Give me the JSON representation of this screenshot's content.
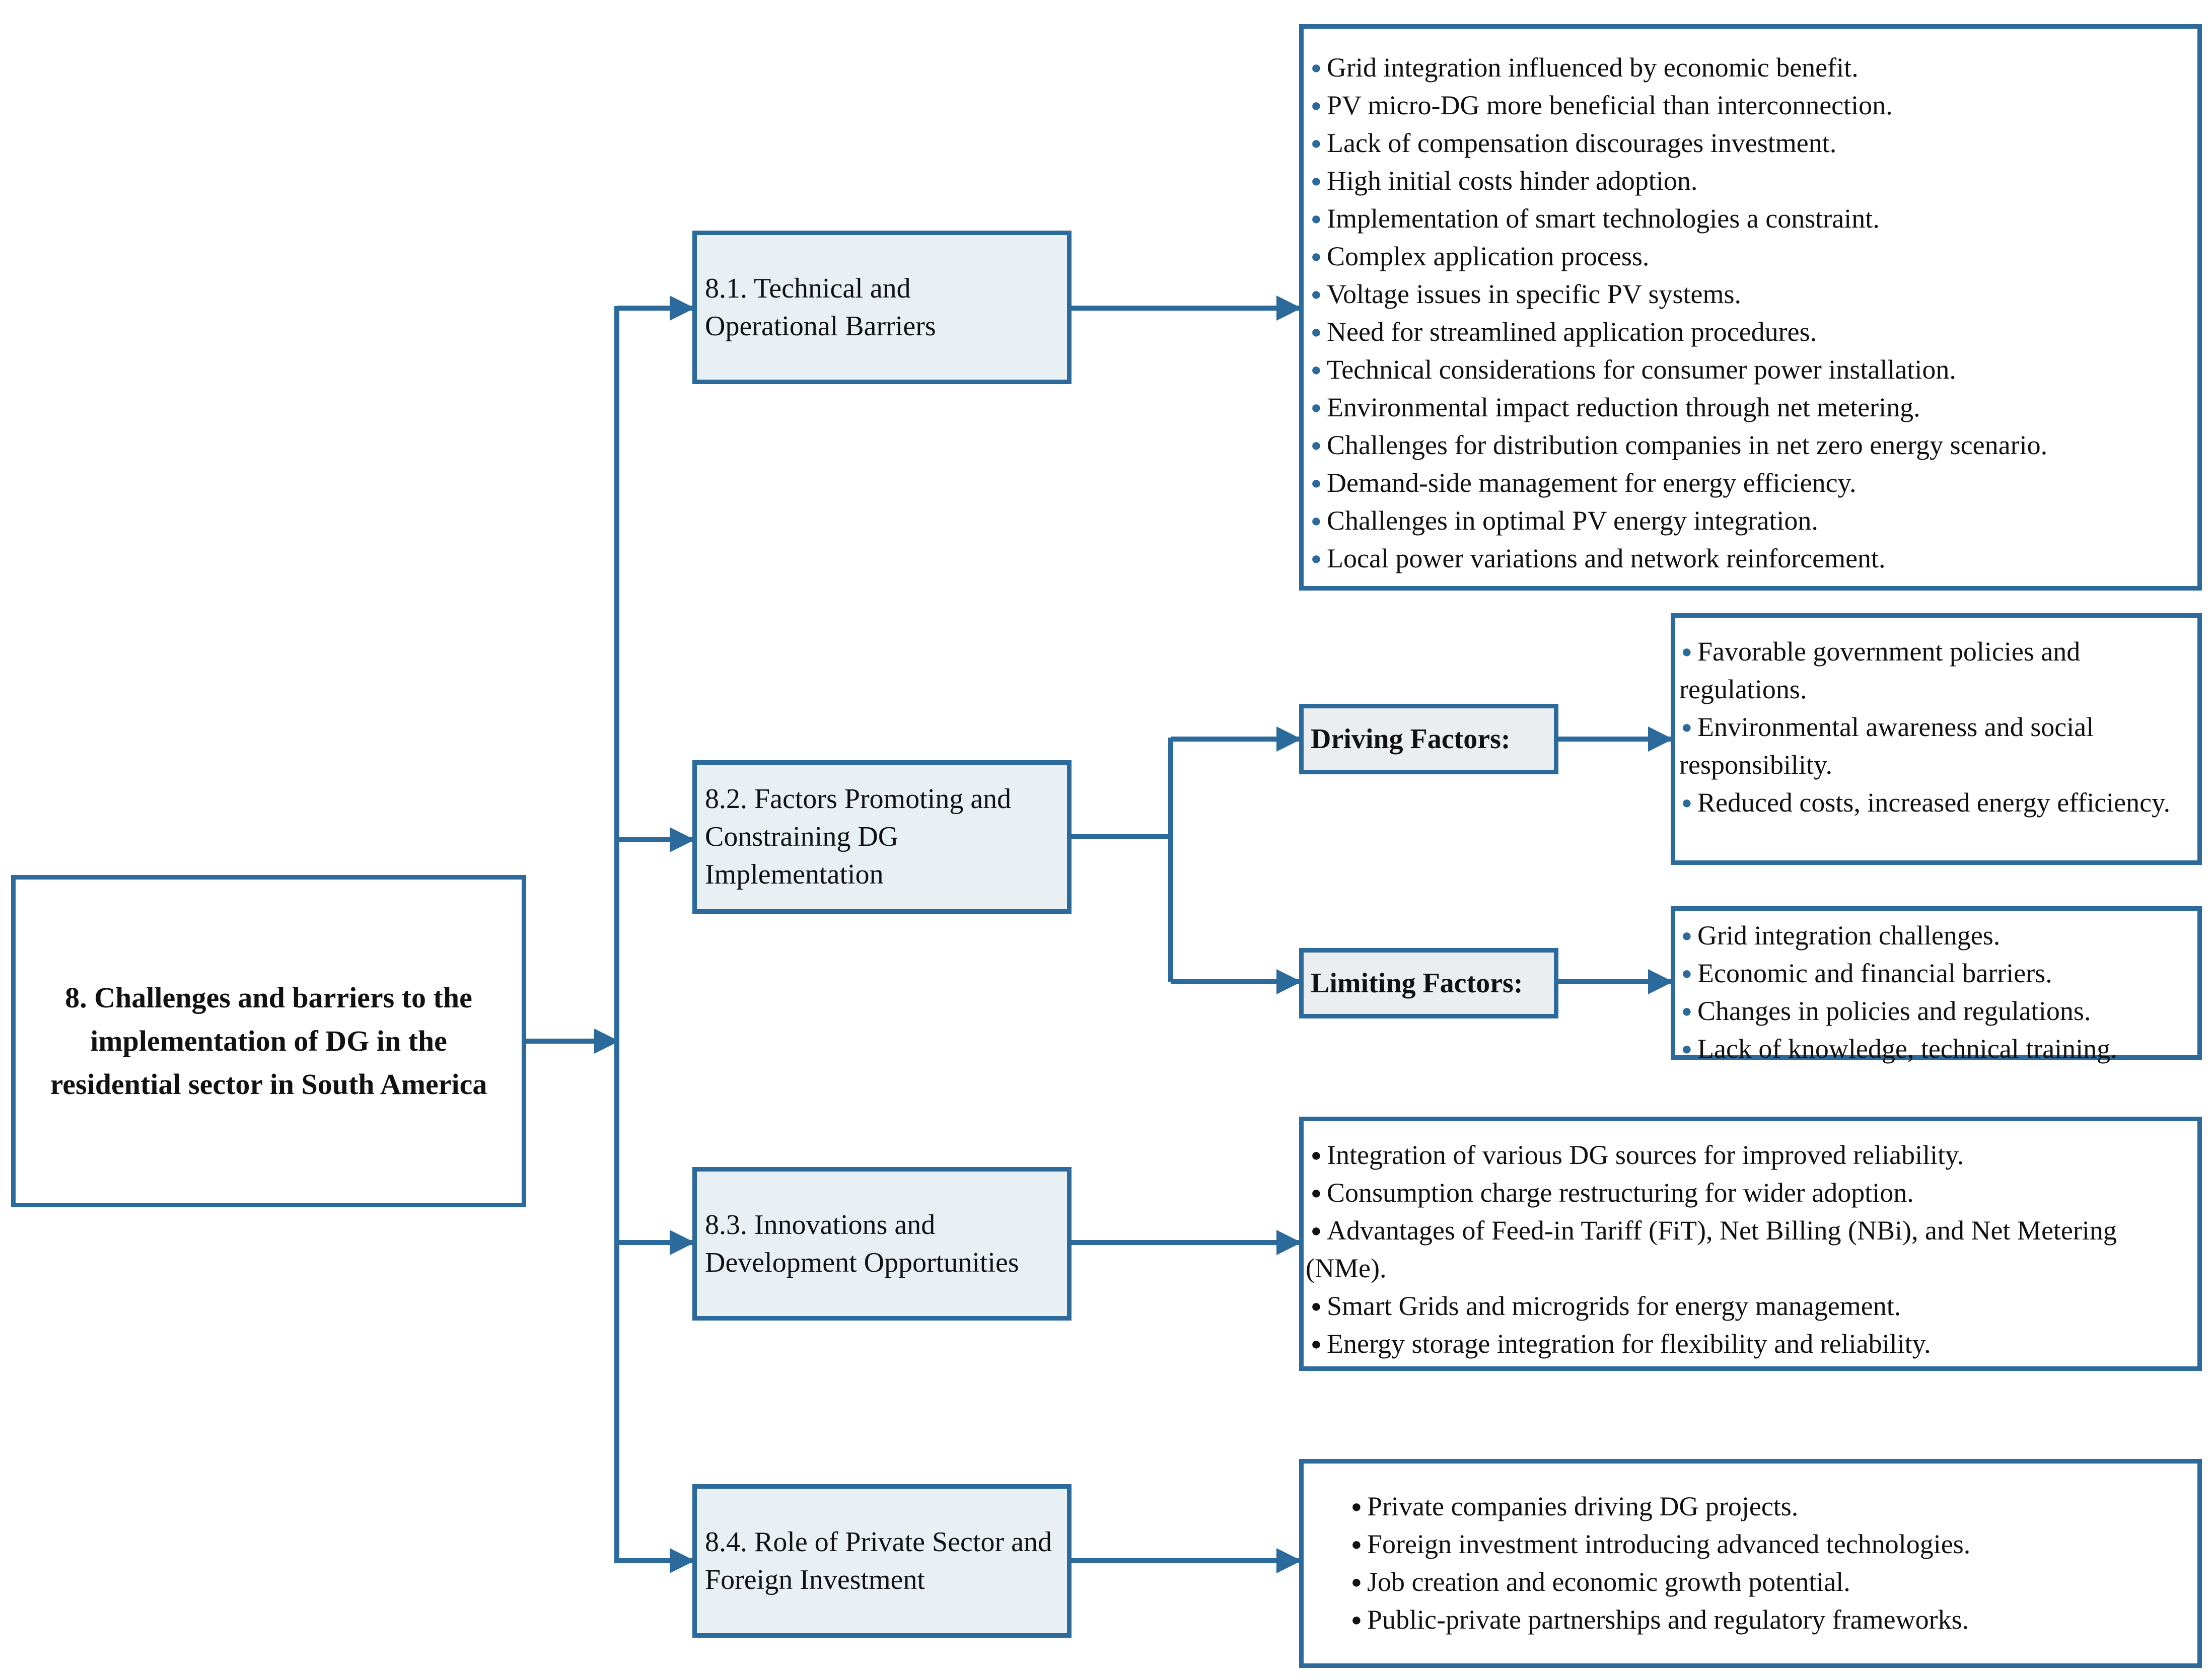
{
  "root": {
    "title": "8. Challenges and barriers to the implementation of DG in the residential sector in South America"
  },
  "sections": [
    {
      "id": "8.1",
      "label": "8.1. Technical and Operational Barriers"
    },
    {
      "id": "8.2",
      "label": "8.2. Factors Promoting and Constraining DG Implementation"
    },
    {
      "id": "8.3",
      "label": "8.3. Innovations and Development Opportunities"
    },
    {
      "id": "8.4",
      "label": "8.4. Role of Private Sector and Foreign Investment"
    }
  ],
  "technical_list": [
    "Grid integration influenced by economic benefit.",
    "PV micro-DG more beneficial than interconnection.",
    "Lack of compensation discourages investment.",
    "High initial costs hinder adoption.",
    "Implementation of smart technologies a constraint.",
    "Complex application process.",
    "Voltage issues in specific PV systems.",
    "Need for streamlined application procedures.",
    "Technical considerations for consumer power installation.",
    "Environmental impact reduction through net metering.",
    "Challenges for distribution companies in net zero energy scenario.",
    "Demand-side management for energy efficiency.",
    "Challenges in optimal PV energy integration.",
    "Local power variations and network reinforcement."
  ],
  "driving": {
    "label": "Driving Factors:",
    "items": [
      "Favorable government policies and regulations.",
      "Environmental awareness and social responsibility.",
      "Reduced costs, increased energy efficiency."
    ]
  },
  "limiting": {
    "label": "Limiting Factors:",
    "items": [
      "Grid integration challenges.",
      "Economic and financial barriers.",
      "Changes in policies and regulations.",
      "Lack of knowledge, technical training."
    ]
  },
  "innovation_list": [
    "Integration of various DG sources for improved reliability.",
    "Consumption charge restructuring for wider adoption.",
    "Advantages of Feed-in Tariff (FiT), Net Billing (NBi), and Net Metering (NMe).",
    "Smart Grids and microgrids for energy management.",
    "Energy storage integration for flexibility and reliability."
  ],
  "private_list": [
    "Private companies driving DG projects.",
    "Foreign investment introducing advanced technologies.",
    "Job creation and economic growth potential.",
    "Public-private partnerships and regulatory frameworks."
  ],
  "colors": {
    "line": "#2b6a9b",
    "section_fill": "#e8f0f4",
    "factor_fill": "#ebeef1"
  },
  "icons": {
    "bullet": "bullet-dot-icon"
  }
}
